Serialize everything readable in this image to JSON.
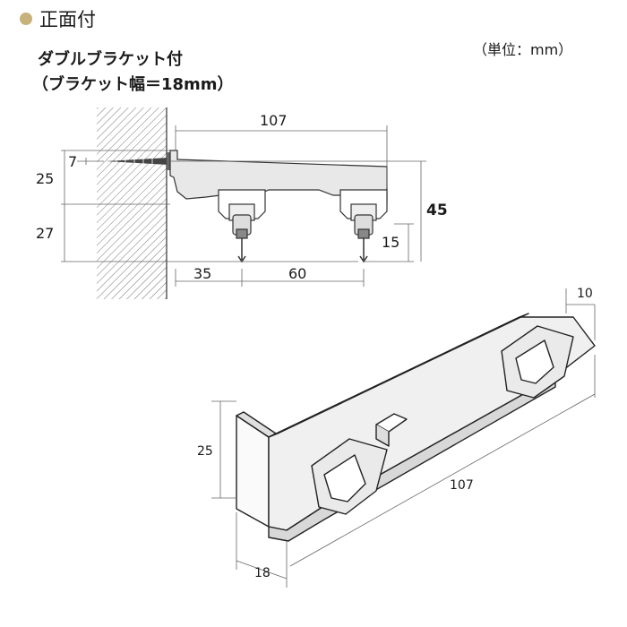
{
  "section": {
    "title": "正面付",
    "dot_color": "#c8b27c"
  },
  "heading": {
    "line1": "ダブルブラケット付",
    "line2": "（ブラケット幅＝18mm）"
  },
  "unit_note": "（単位：mm）",
  "front_view": {
    "dims": {
      "total_length": "107",
      "screw_offset": "7",
      "upper_height": "25",
      "lower_height": "27",
      "overall_height": "45",
      "runner_drop": "15",
      "first_rail": "35",
      "rail_spacing": "60"
    }
  },
  "perspective_view": {
    "dims": {
      "tip_width": "10",
      "height": "25",
      "length": "107",
      "bracket_width": "18"
    }
  }
}
